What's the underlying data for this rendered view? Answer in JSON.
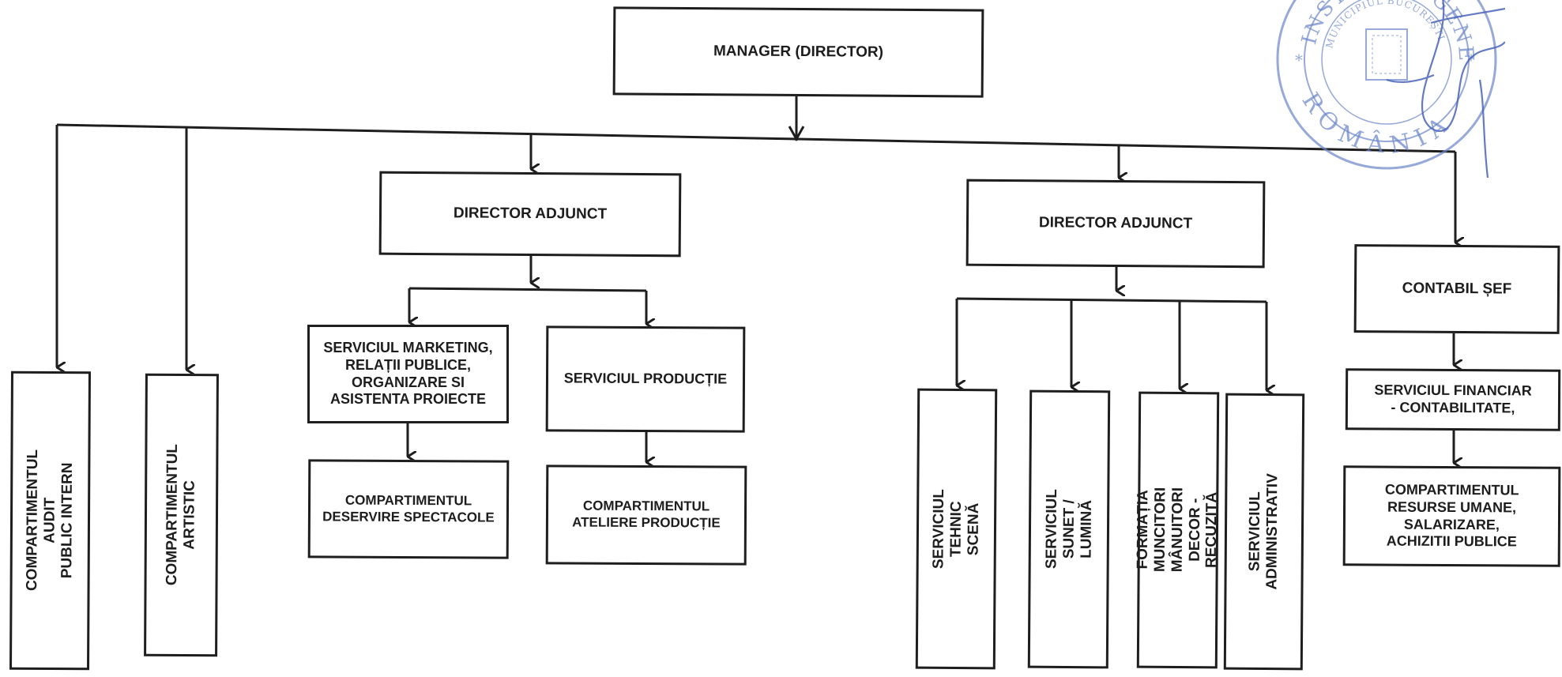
{
  "org_chart": {
    "manager": "MANAGER (DIRECTOR)",
    "deputy_left": "DIRECTOR ADJUNCT",
    "deputy_right": "DIRECTOR ADJUNCT",
    "chief_accountant": "CONTABIL ȘEF",
    "audit": "COMPARTIMENTUL AUDIT\nPUBLIC INTERN",
    "artistic": "COMPARTIMENTUL ARTISTIC",
    "marketing": "SERVICIUL MARKETING,\nRELAȚII PUBLICE,\nORGANIZARE SI\nASISTENTA PROIECTE",
    "production": "SERVICIUL PRODUCȚIE",
    "show_service": "COMPARTIMENTUL\nDESERVIRE SPECTACOLE",
    "workshops": "COMPARTIMENTUL\nATELIERE PRODUCȚIE",
    "technical_stage": "SERVICIUL\nTEHNIC SCENĂ",
    "sound_light": "SERVICIUL\nSUNET / LUMINĂ",
    "workers": "FORMAȚIA MUNCITORI\nMÂNUITORI\nDECOR - RECUZITĂ",
    "administrative": "SERVICIUL\nADMINISTRATIV",
    "financial": "SERVICIUL FINANCIAR\n- CONTABILITATE,",
    "hr": "COMPARTIMENTUL\nRESURSE UMANE,\nSALARIZARE,\nACHIZITII PUBLICE"
  },
  "stamp": {
    "text_outer": "ROMÂNIA",
    "text_top": "INSTITUȚII GENERAL",
    "text_inner": "MUNICIPIUL BUCUREȘTI"
  },
  "colors": {
    "ink": "#1e1e1e",
    "stamp": "#6b86c9",
    "signature": "#4a63b8"
  }
}
